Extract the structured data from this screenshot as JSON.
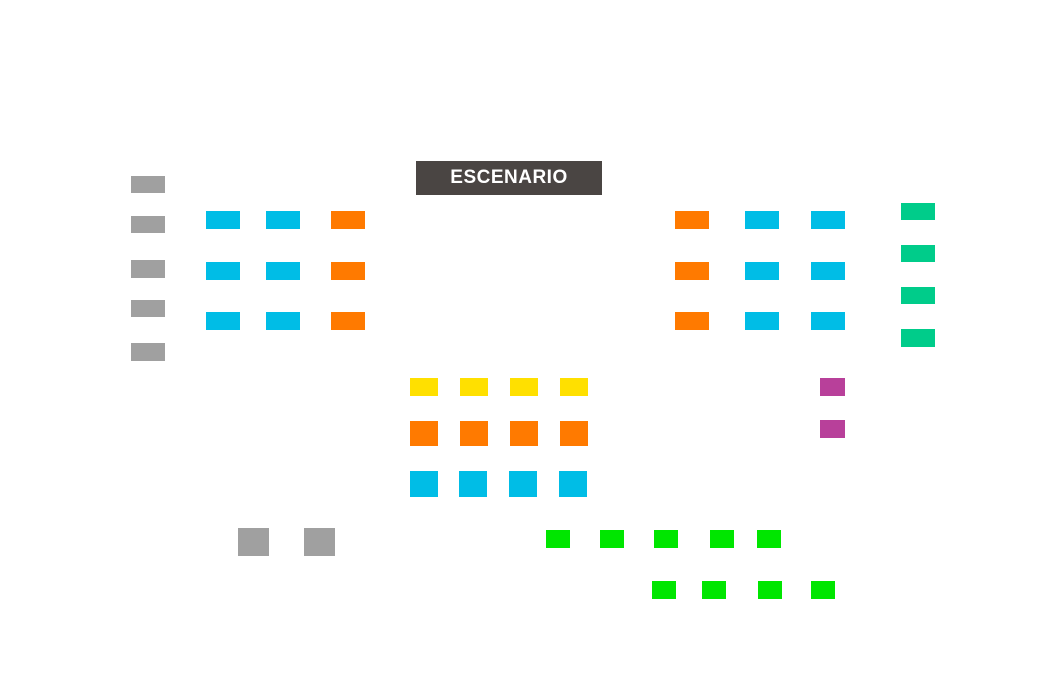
{
  "stage": {
    "label": "ESCENARIO"
  },
  "colors": {
    "gray": "#a0a0a0",
    "cyan": "#00bde6",
    "orange": "#ff7a00",
    "teal": "#00cc8a",
    "yellow": "#ffe000",
    "magenta": "#b8409a",
    "green": "#00e600"
  },
  "seat_groups": [
    {
      "name": "left-gray-column",
      "color": "gray"
    },
    {
      "name": "left-block",
      "color": "cyan+orange"
    },
    {
      "name": "right-block",
      "color": "orange+cyan"
    },
    {
      "name": "right-teal-column",
      "color": "teal"
    },
    {
      "name": "center-block",
      "color": "yellow+orange+cyan"
    },
    {
      "name": "magenta-pair",
      "color": "magenta"
    },
    {
      "name": "bottom-gray-pair",
      "color": "gray"
    },
    {
      "name": "bottom-green-block",
      "color": "green"
    }
  ]
}
